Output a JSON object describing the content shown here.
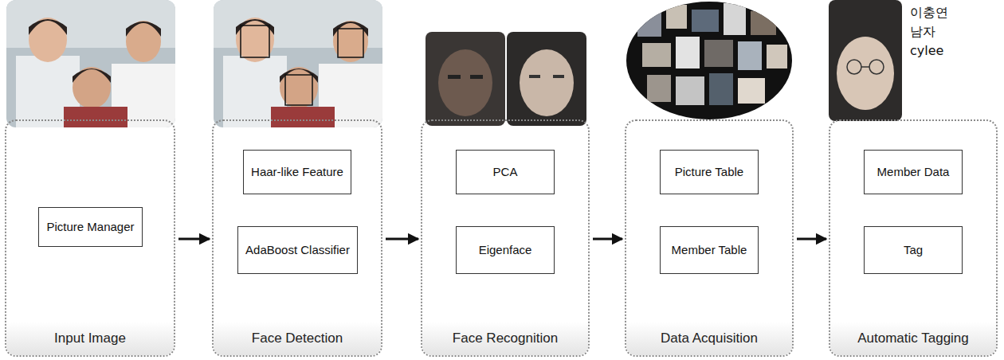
{
  "diagram": {
    "nodes": [
      {
        "text": [
          "Input Image"
        ]
      },
      {
        "text": [
          "Picture Manager"
        ],
        "in": 0
      },
      {
        "text": [
          "Face Detection"
        ]
      },
      {
        "text": [
          "Haar-like Feature"
        ],
        "in": 2
      },
      {
        "text": [
          "AdaBoost Classifier"
        ],
        "in": 2
      },
      {
        "text": [
          "Face Recognition"
        ]
      },
      {
        "text": [
          "PCA"
        ],
        "in": 5
      },
      {
        "text": [
          "Eigenface"
        ],
        "in": 5
      },
      {
        "text": [
          "Data Acquisition"
        ]
      },
      {
        "text": [
          "Picture Table"
        ],
        "in": 8
      },
      {
        "text": [
          "Member Table"
        ],
        "in": 8
      },
      {
        "text": [
          "Automatic Tagging"
        ]
      },
      {
        "text": [
          "Member Data"
        ],
        "in": 11
      },
      {
        "text": [
          "Tag"
        ],
        "in": 11
      }
    ],
    "edges": [
      {
        "from": 0,
        "to": 2,
        "arrow": "to"
      },
      {
        "from": 2,
        "to": 5,
        "arrow": "to"
      },
      {
        "from": 5,
        "to": 8,
        "arrow": "to"
      },
      {
        "from": 8,
        "to": 11,
        "arrow": "to"
      }
    ],
    "labels": [
      "이충연",
      "남자",
      "cylee"
    ]
  }
}
